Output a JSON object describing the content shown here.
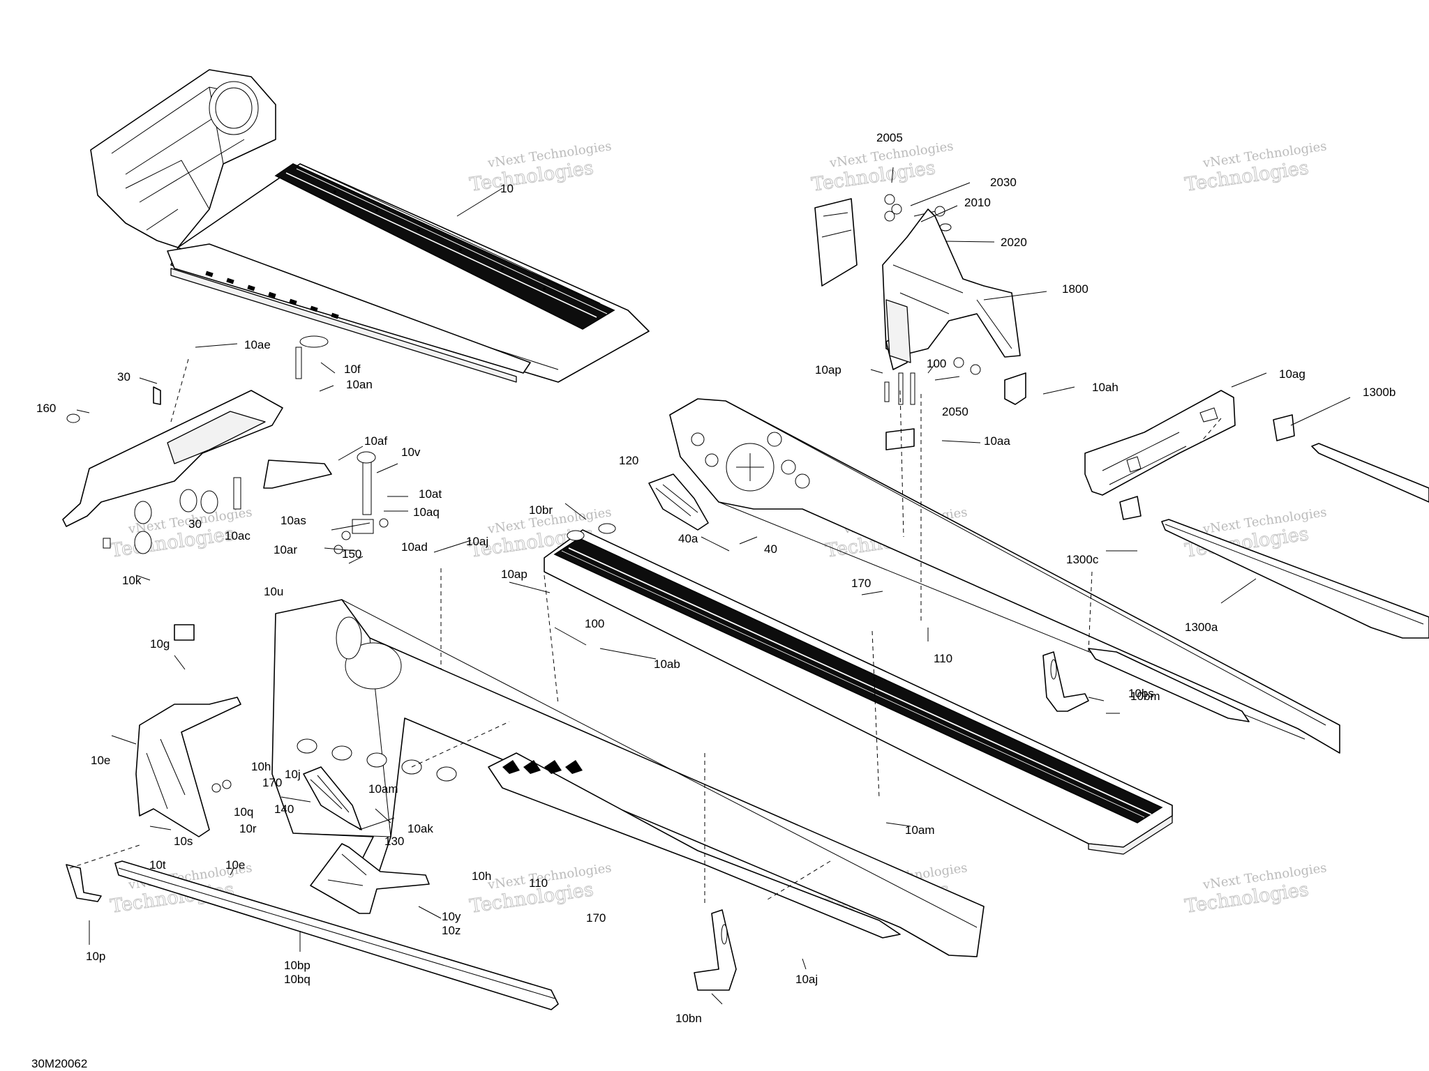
{
  "diagram": {
    "code": "30M20062",
    "watermark": {
      "line1": "vNext Technologies",
      "line2": "Technologies",
      "icon": "vnext-watermark-logo"
    },
    "callouts": [
      "10",
      "10ae",
      "10f",
      "30",
      "10an",
      "160",
      "10af",
      "10v",
      "10at",
      "10aq",
      "10as",
      "10ar",
      "30",
      "10ac",
      "10k",
      "150",
      "10ad",
      "10aj",
      "10br",
      "120",
      "40a",
      "40",
      "10ap",
      "100",
      "10u",
      "10ab",
      "10g",
      "10e",
      "10h",
      "170",
      "10j",
      "10am",
      "10q",
      "10r",
      "140",
      "130",
      "10ak",
      "10s",
      "10t",
      "10e",
      "10p",
      "10bp",
      "10bq",
      "10y",
      "10z",
      "10h",
      "110",
      "170",
      "10bn",
      "10aj",
      "10am",
      "170",
      "110",
      "10bm",
      "10bs",
      "1300c",
      "1300a",
      "1300b",
      "10ag",
      "10ah",
      "10aa",
      "2050",
      "10ap",
      "100",
      "1800",
      "2020",
      "2010",
      "2030",
      "2005"
    ]
  }
}
